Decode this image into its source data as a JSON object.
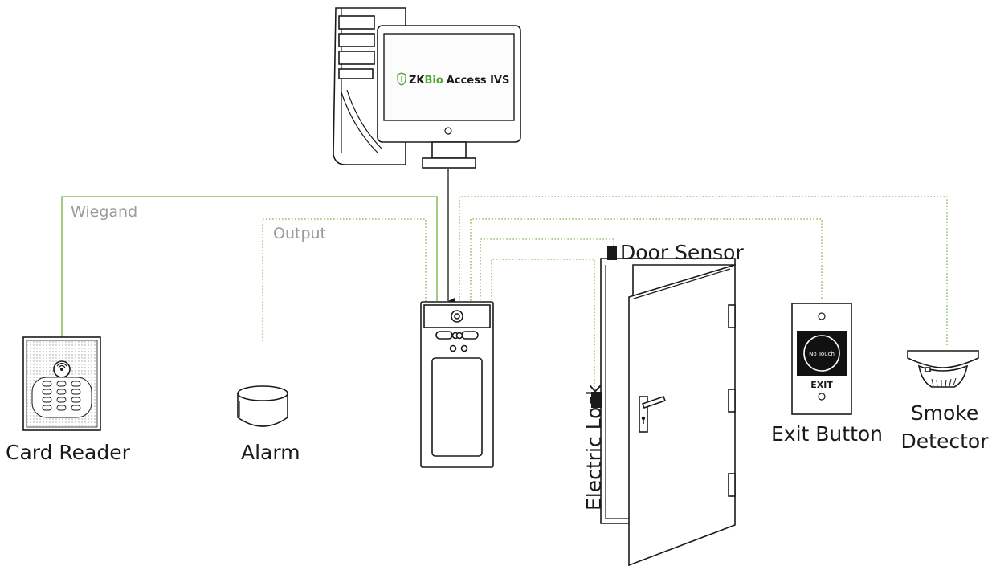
{
  "software": {
    "brand_prefix": "ZK",
    "brand_accent": "Bio",
    "product": "Access IVS"
  },
  "devices": {
    "card_reader": "Card Reader",
    "alarm": "Alarm",
    "door_sensor": "Door Sensor",
    "electric_lock": "Electric Lock",
    "exit_button": "Exit Button",
    "exit_button_face": "No Touch",
    "exit_button_tag": "EXIT",
    "smoke_detector_line1": "Smoke",
    "smoke_detector_line2": "Detector"
  },
  "connections": {
    "wiegand": "Wiegand",
    "output": "Output"
  },
  "colors": {
    "wire": "#7ab648",
    "connection_label": "#9a9a9a",
    "line_art": "#1a1a1a",
    "screen_background": "#fcfcfc",
    "brand_green": "#55a630",
    "exit_button_panel": "#111111"
  }
}
